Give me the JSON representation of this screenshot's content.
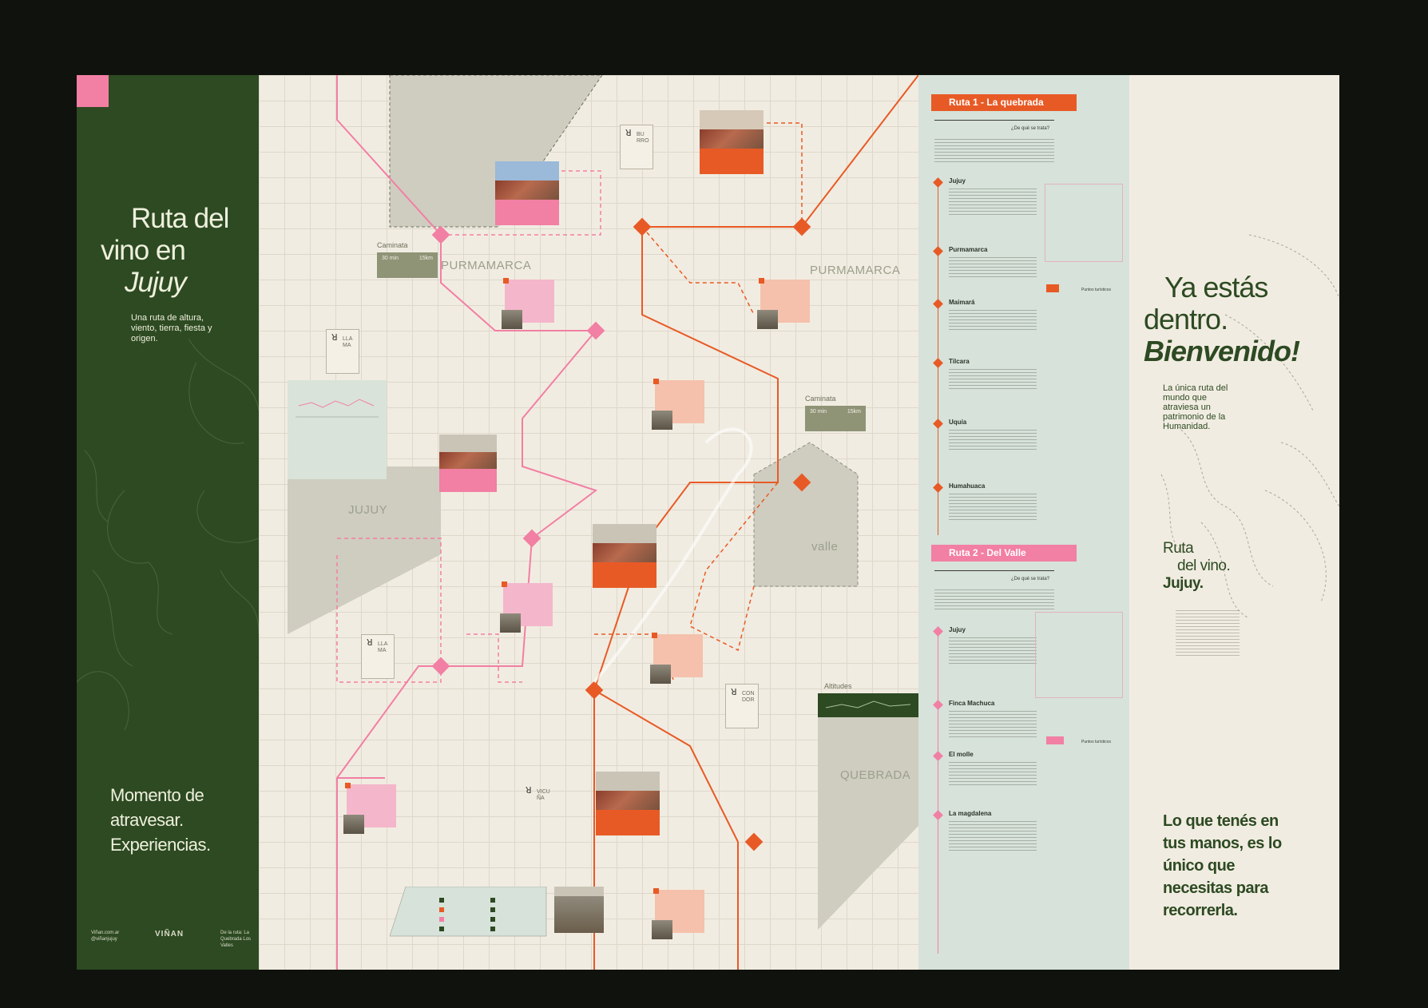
{
  "left_panel": {
    "title_l1": "Ruta del",
    "title_l2": "vino en",
    "title_l3": "Jujuy",
    "subtitle": "Una ruta de altura, viento, tierra, fiesta y origen.",
    "moment": "Momento de atravesar. Experiencias.",
    "footer_left": "Viñan.com.ar @viñanjujuy",
    "footer_logo": "VIÑAN",
    "footer_right": "De la ruta: La Quebrada Los Valles"
  },
  "map": {
    "places": [
      "PURMAMARCA",
      "PURMAMARCA",
      "JUJUY",
      "valle",
      "QUEBRADA"
    ],
    "card_label": "Caminata",
    "card_time": "30 min",
    "card_dist": "15km",
    "altitudes_label": "Altitudes",
    "badges": [
      {
        "icon": "ꓤ",
        "text": "BU RRO"
      },
      {
        "icon": "ꓤ",
        "text": "LLA MA"
      },
      {
        "icon": "ꓤ",
        "text": "LLA MA"
      },
      {
        "icon": "ꓤ",
        "text": "CON DOR"
      },
      {
        "icon": "ꓤ",
        "text": "VICU ÑA"
      }
    ]
  },
  "info": {
    "route1": "Ruta 1 - La quebrada",
    "route2": "Ruta 2 - Del Valle",
    "question": "¿De qué se trata?",
    "route1_stops": [
      "Jujuy",
      "Purmamarca",
      "Maimará",
      "Tilcara",
      "Uquía",
      "Humahuaca"
    ],
    "route2_stops": [
      "Jujuy",
      "Finca Machuca",
      "El molle",
      "La magdalena"
    ],
    "points_label": "Puntos turísticos"
  },
  "right_panel": {
    "title_l1": "Ya estás",
    "title_l2": "dentro.",
    "title_l3": "Bienvenido!",
    "desc": "La única ruta del mundo que atraviesa un patrimonio de la Humanidad.",
    "ruta_l1": "Ruta",
    "ruta_l2": "del vino.",
    "ruta_l3": "Jujuy.",
    "closing": "Lo que tenés en tus manos, es lo único que necesitas para recorrerla."
  },
  "colors": {
    "green": "#2d4a22",
    "orange": "#e85a25",
    "pink": "#f27fa4",
    "sage": "#d6e2da",
    "cream": "#f1ece1"
  }
}
